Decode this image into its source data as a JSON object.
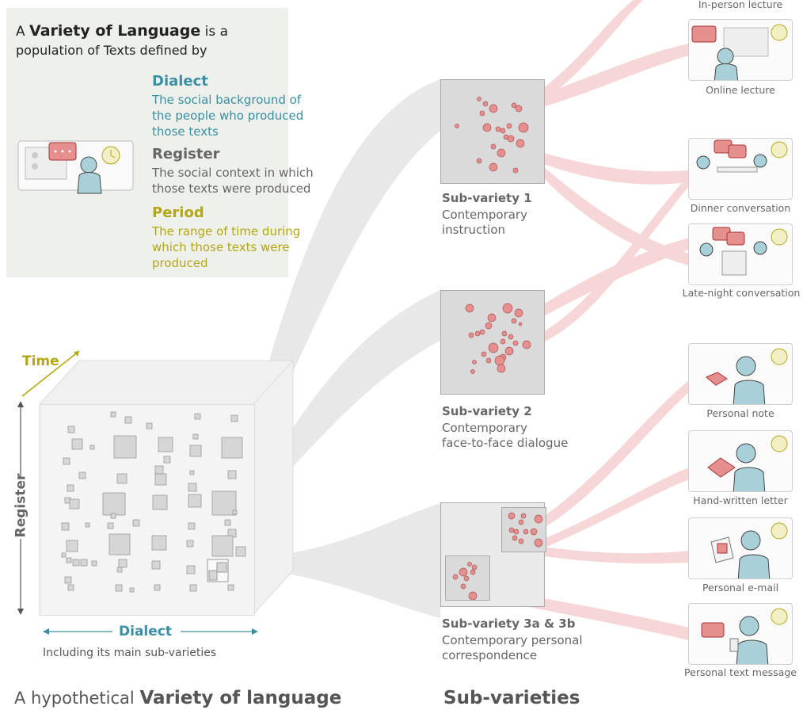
{
  "definition": {
    "intro_prefix": "A",
    "intro_term": "Variety of Language",
    "intro_suffix": "is a",
    "line2_prefix": "population of",
    "line2_term": "Texts",
    "line2_suffix": "defined by",
    "dialect": {
      "label": "Dialect",
      "line1": "The social background of",
      "line2": "the people who produced",
      "line3": "those texts",
      "color": "#3a8fa3"
    },
    "register": {
      "label": "Register",
      "line1": "The social context in which",
      "line2": "those texts were produced",
      "color": "#7a7a7a"
    },
    "period": {
      "label": "Period",
      "line1": "The range of time during",
      "line2": "which those texts were",
      "line3": "produced",
      "color": "#b3a715"
    }
  },
  "cube": {
    "time_label": "Time",
    "register_label": "Register",
    "dialect_label": "Dialect",
    "dialect_caption": "Including its main sub-varieties"
  },
  "subvarieties": [
    {
      "title": "Sub-variety 1",
      "line1": "Contemporary",
      "line2": "instruction"
    },
    {
      "title": "Sub-variety 2",
      "line1": "Contemporary",
      "line2": "face-to-face dialogue"
    },
    {
      "title": "Sub-variety 3a & 3b",
      "line1": "Contemporary personal",
      "line2": "correspondence"
    }
  ],
  "contexts": [
    "In-person lecture",
    "Online lecture",
    "Dinner conversation",
    "Late-night conversation",
    "Personal note",
    "Hand-written letter",
    "Personal e-mail",
    "Personal text message"
  ],
  "bottom": {
    "left_prefix": "A hypothetical",
    "left_term": "Variety of language",
    "right_term": "Sub-varieties"
  },
  "colors": {
    "text_red": "#c65a5a",
    "dot_fill": "#e58f8f",
    "teal": "#3a8fa3",
    "olive": "#b3a715",
    "panel": "#dadada"
  }
}
